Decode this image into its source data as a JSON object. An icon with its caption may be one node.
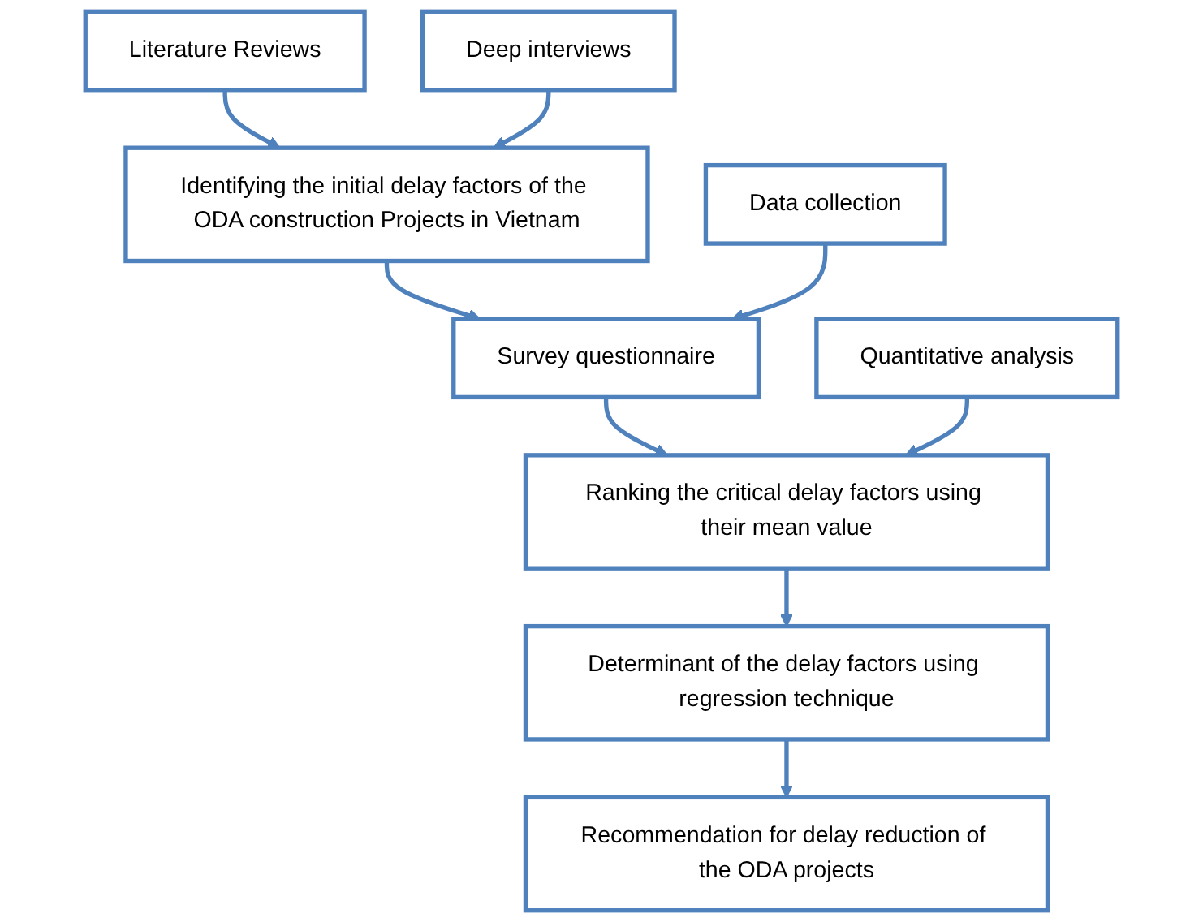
{
  "diagram": {
    "nodes": [
      {
        "text": [
          "Literature Reviews"
        ]
      },
      {
        "text": [
          "Identifying the initial delay factors of the ODA construction Projects in Vietnam"
        ]
      },
      {
        "text": [
          "Deep interviews"
        ]
      },
      {
        "text": [
          "Data collection"
        ]
      },
      {
        "text": [
          "Survey questionnaire"
        ]
      },
      {
        "text": [
          "Quantitative analysis"
        ]
      },
      {
        "text": [
          "Ranking the critical delay factors using their mean value"
        ]
      },
      {
        "text": [
          "Determinant of the delay factors using regression technique"
        ]
      },
      {
        "text": [
          "Recommendation for delay reduction of the ODA projects"
        ]
      }
    ],
    "edges": [
      {
        "from": 0,
        "to": 1,
        "arrow": "to"
      },
      {
        "from": 2,
        "to": 1,
        "arrow": "to"
      },
      {
        "from": 1,
        "to": 4,
        "arrow": "to"
      },
      {
        "from": 3,
        "to": 4,
        "arrow": "to"
      },
      {
        "from": 4,
        "to": 6,
        "arrow": "to"
      },
      {
        "from": 5,
        "to": 6,
        "arrow": "to"
      },
      {
        "from": 6,
        "to": 7,
        "arrow": "to"
      },
      {
        "from": 7,
        "to": 8,
        "arrow": "to"
      }
    ]
  }
}
